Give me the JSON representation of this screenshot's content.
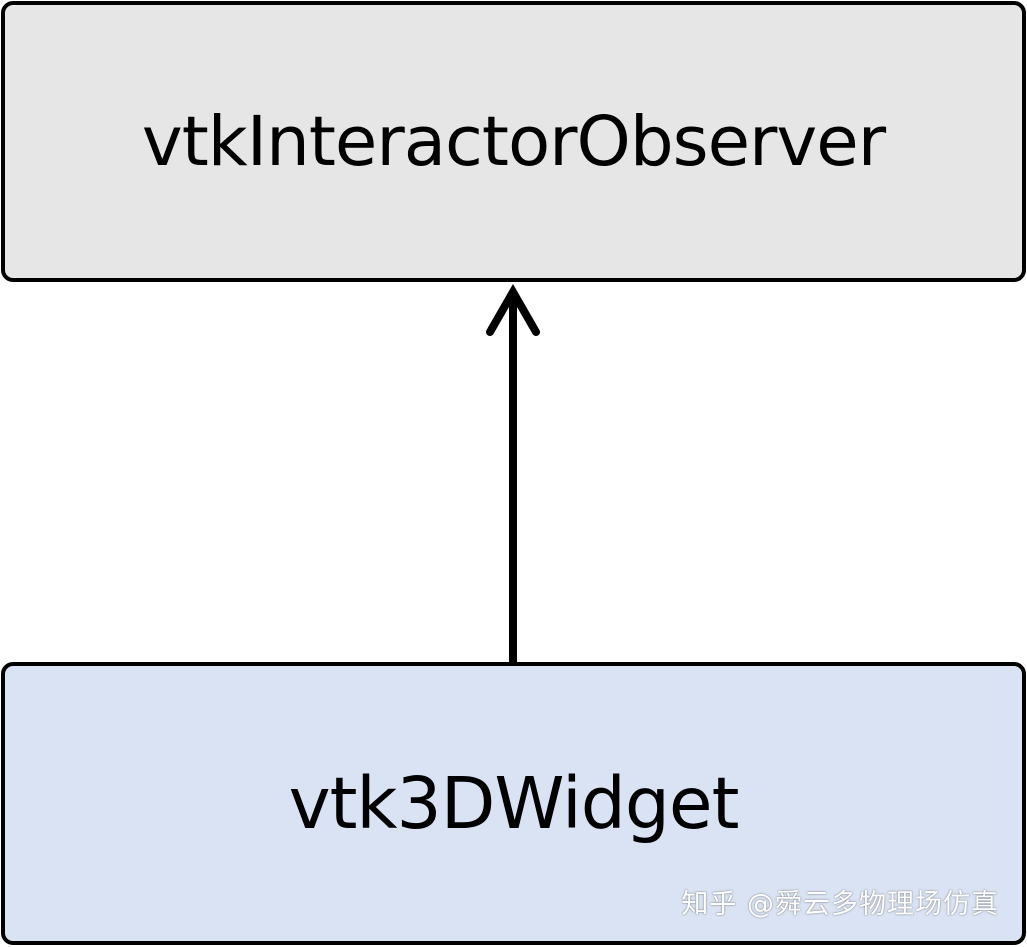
{
  "diagram": {
    "parent_class": "vtkInteractorObserver",
    "child_class": "vtk3DWidget",
    "relationship": "inheritance"
  },
  "watermark": {
    "text": "知乎 @舜云多物理场仿真"
  },
  "colors": {
    "parent_fill": "#e6e6e6",
    "child_fill": "#dae3f3",
    "stroke": "#000000"
  }
}
